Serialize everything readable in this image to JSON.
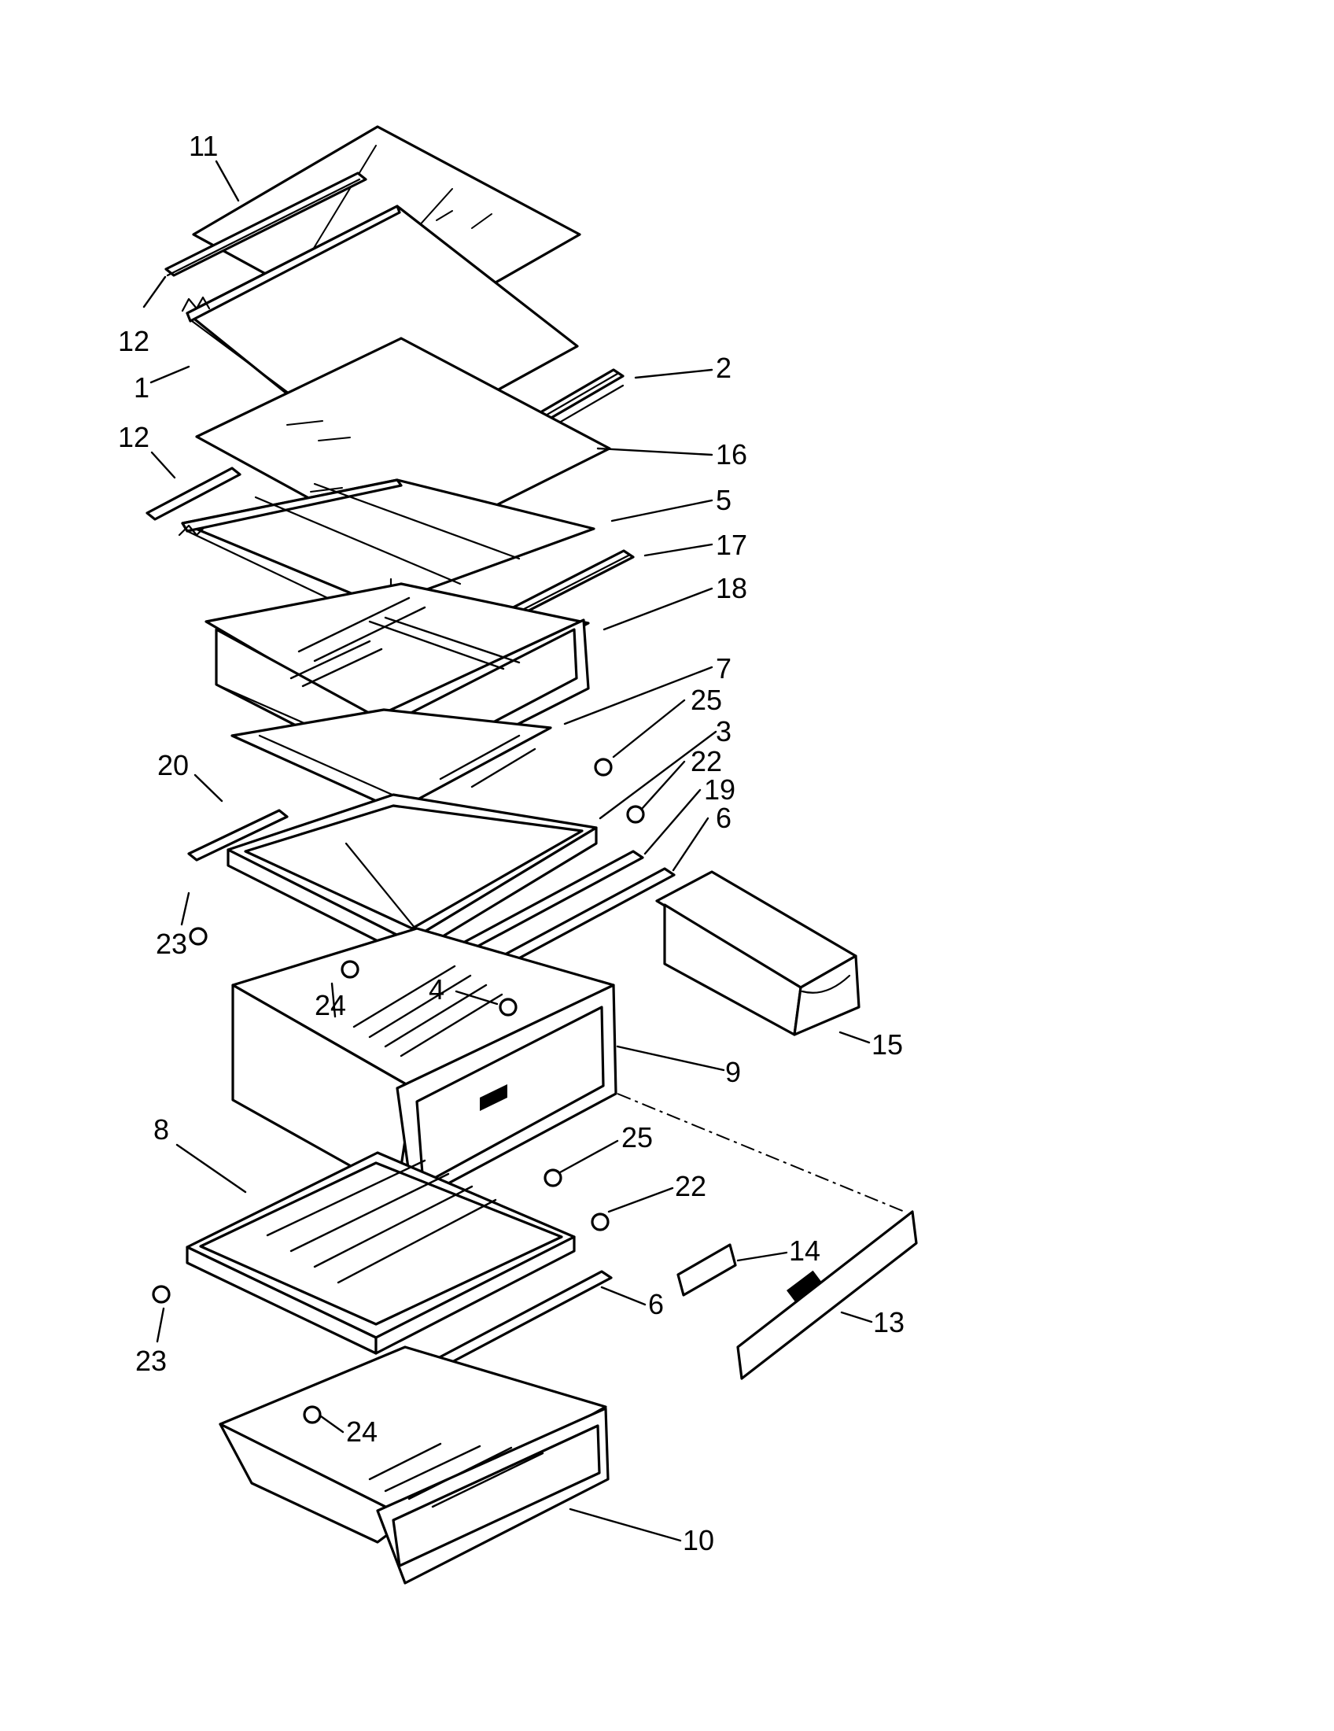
{
  "diagram": {
    "type": "exploded-parts",
    "callouts": [
      {
        "id": "c11a",
        "label": "11"
      },
      {
        "id": "c12a",
        "label": "12"
      },
      {
        "id": "c1",
        "label": "1"
      },
      {
        "id": "c2",
        "label": "2"
      },
      {
        "id": "c12b",
        "label": "12"
      },
      {
        "id": "c16",
        "label": "16"
      },
      {
        "id": "c5",
        "label": "5"
      },
      {
        "id": "c17",
        "label": "17"
      },
      {
        "id": "c18",
        "label": "18"
      },
      {
        "id": "c7",
        "label": "7"
      },
      {
        "id": "c25a",
        "label": "25"
      },
      {
        "id": "c3",
        "label": "3"
      },
      {
        "id": "c22a",
        "label": "22"
      },
      {
        "id": "c19",
        "label": "19"
      },
      {
        "id": "c6a",
        "label": "6"
      },
      {
        "id": "c20",
        "label": "20"
      },
      {
        "id": "c23a",
        "label": "23"
      },
      {
        "id": "c4",
        "label": "4"
      },
      {
        "id": "c24a",
        "label": "24"
      },
      {
        "id": "c9",
        "label": "9"
      },
      {
        "id": "c15",
        "label": "15"
      },
      {
        "id": "c8",
        "label": "8"
      },
      {
        "id": "c25b",
        "label": "25"
      },
      {
        "id": "c22b",
        "label": "22"
      },
      {
        "id": "c14",
        "label": "14"
      },
      {
        "id": "c13",
        "label": "13"
      },
      {
        "id": "c6b",
        "label": "6"
      },
      {
        "id": "c23b",
        "label": "23"
      },
      {
        "id": "c24b",
        "label": "24"
      },
      {
        "id": "c10",
        "label": "10"
      }
    ]
  }
}
